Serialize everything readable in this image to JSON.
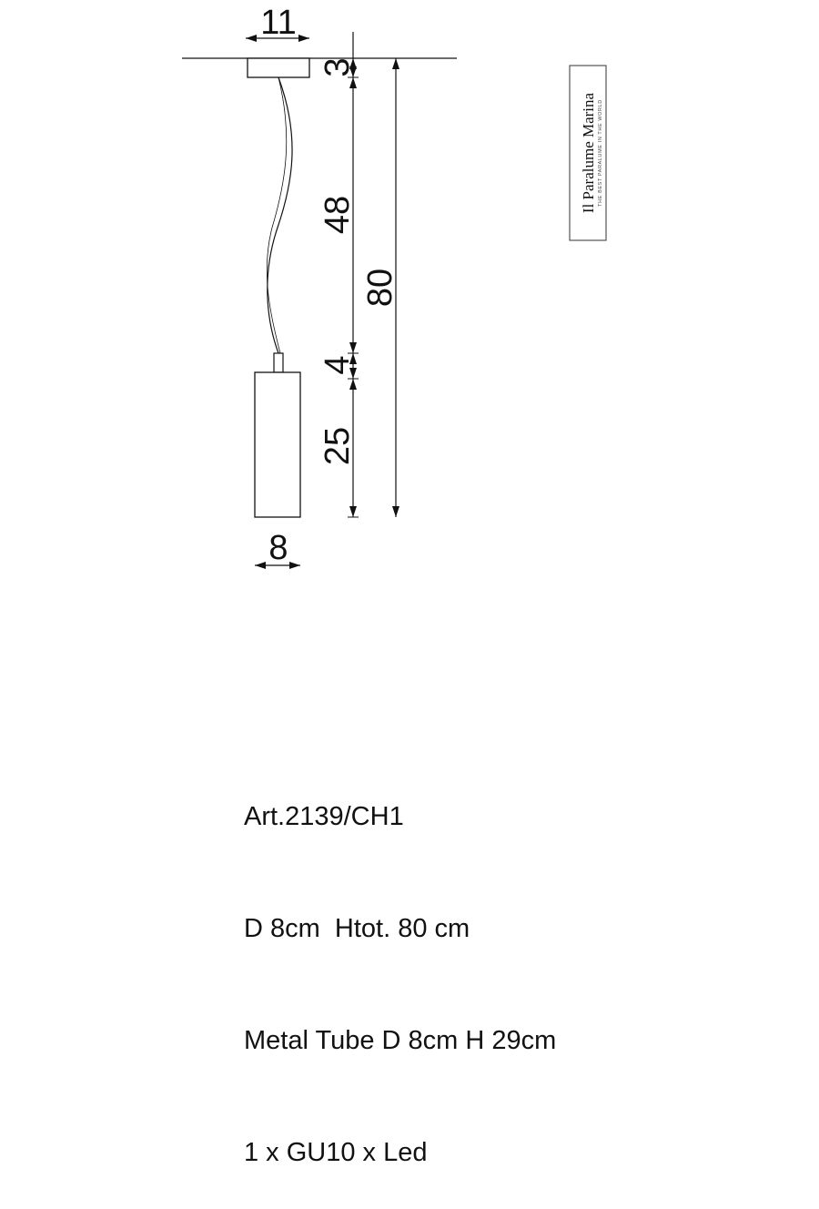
{
  "drawing": {
    "dimensions": {
      "canopy_width": "11",
      "canopy_height": "3",
      "cable_length": "48",
      "total_height": "80",
      "connector_length": "4",
      "tube_height": "25",
      "tube_diameter": "8"
    },
    "logo": {
      "main": "Il Paralume Marina",
      "tagline": "THE BEST PARALUME IN THE WORLD"
    }
  },
  "spec": {
    "article": "Art.2139/CH1",
    "size": "D 8cm  Htot. 80 cm",
    "material": "Metal Tube D 8cm H 29cm",
    "lamp": "1 x GU10 x Led"
  }
}
